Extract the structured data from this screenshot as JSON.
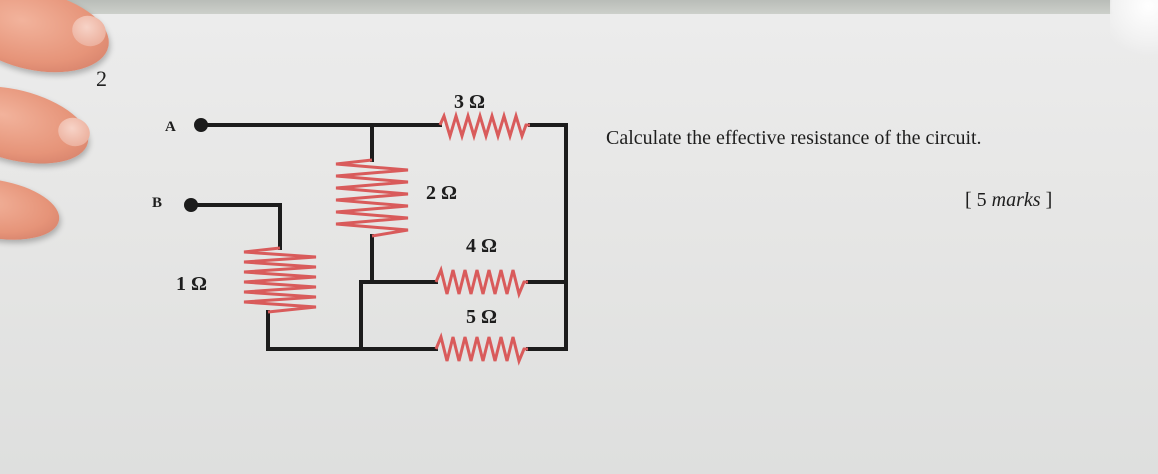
{
  "question": {
    "number": "2",
    "text": "Calculate the effective resistance of the circuit.",
    "marks_open": "[ 5 ",
    "marks_word": "marks",
    "marks_close": " ]"
  },
  "circuit": {
    "node_a": "A",
    "node_b": "B",
    "resistors": {
      "r1": "1 Ω",
      "r2": "2 Ω",
      "r3": "3 Ω",
      "r4": "4 Ω",
      "r5": "5 Ω"
    }
  },
  "colors": {
    "resistor": "#d95b5b",
    "wire": "#1c1c1c",
    "paper": "#e9e9e8"
  }
}
